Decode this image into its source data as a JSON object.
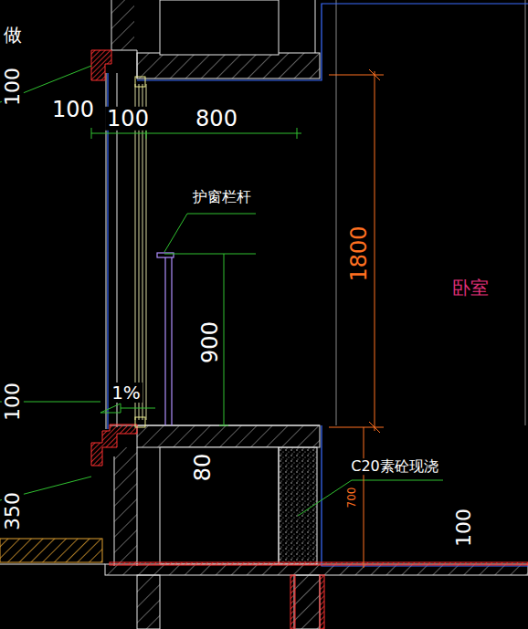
{
  "diagram": {
    "labels": [
      "做",
      "100",
      "100",
      "100",
      "800",
      "护窗栏杆",
      "1800",
      "卧室",
      "900",
      "1%",
      "100",
      "80",
      "C20素砼现浇",
      "350",
      "700",
      "100"
    ]
  }
}
